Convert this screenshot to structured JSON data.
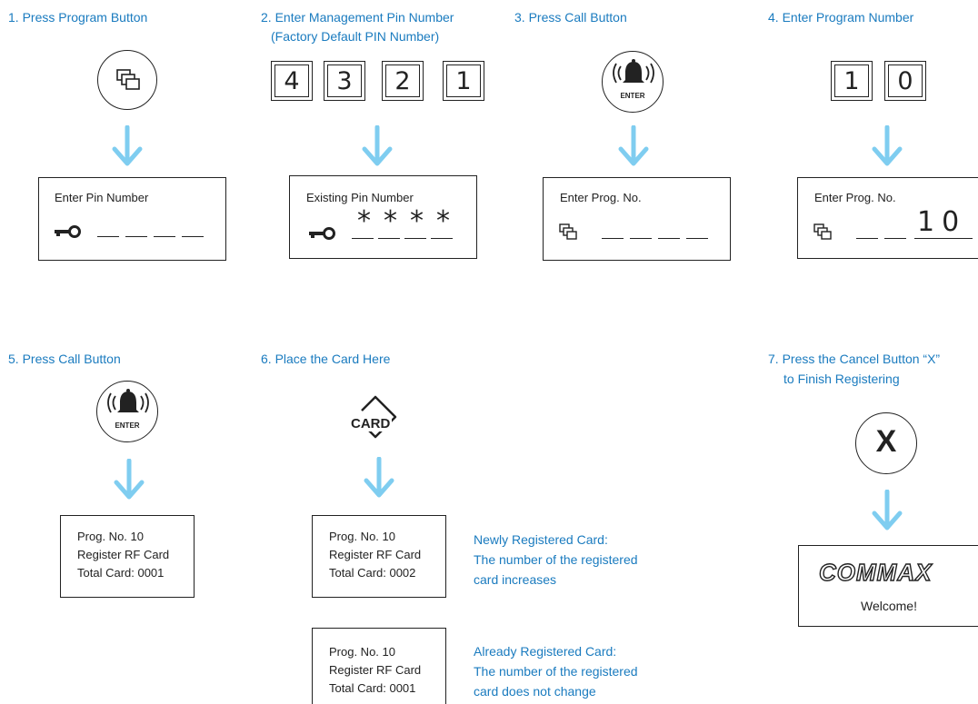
{
  "steps": {
    "s1": {
      "title": "1. Press Program Button",
      "panel_label": "Enter Pin Number"
    },
    "s2": {
      "title_line1": "2. Enter Management Pin Number",
      "title_line2": "(Factory Default PIN Number)",
      "digits": [
        "4",
        "3",
        "2",
        "1"
      ],
      "panel_label": "Existing Pin Number",
      "masked": [
        "*",
        "*",
        "*",
        "*"
      ]
    },
    "s3": {
      "title": "3. Press Call Button",
      "button_text": "ENTER",
      "panel_label": "Enter Prog. No."
    },
    "s4": {
      "title": "4. Enter Program Number",
      "digits": [
        "1",
        "0"
      ],
      "panel_label": "Enter Prog. No.",
      "entered": "10"
    },
    "s5": {
      "title": "5. Press Call Button",
      "button_text": "ENTER",
      "panel_lines": [
        "Prog. No. 10",
        "Register RF Card",
        "Total Card: 0001"
      ]
    },
    "s6": {
      "title": "6. Place the Card Here",
      "card_text": "CARD",
      "panel_a_lines": [
        "Prog. No. 10",
        "Register RF Card",
        "Total Card: 0002"
      ],
      "note_a_lines": [
        "Newly Registered Card:",
        "The number of the registered",
        "card increases"
      ],
      "panel_b_lines": [
        "Prog. No. 10",
        "Register RF Card",
        "Total Card: 0001"
      ],
      "note_b_lines": [
        "Already Registered Card:",
        "The number of the registered",
        "card does not change"
      ]
    },
    "s7": {
      "title_line1": "7. Press the Cancel Button “X”",
      "title_line2": "to Finish Registering",
      "button_text": "X",
      "brand": "COMMAX",
      "welcome": "Welcome!"
    }
  },
  "colors": {
    "accent": "#1a7bbf",
    "arrow": "#7fcdf0",
    "ink": "#222222"
  },
  "icons": [
    "program-icon",
    "down-arrow-icon",
    "key-icon",
    "bell-icon",
    "card-icon"
  ]
}
